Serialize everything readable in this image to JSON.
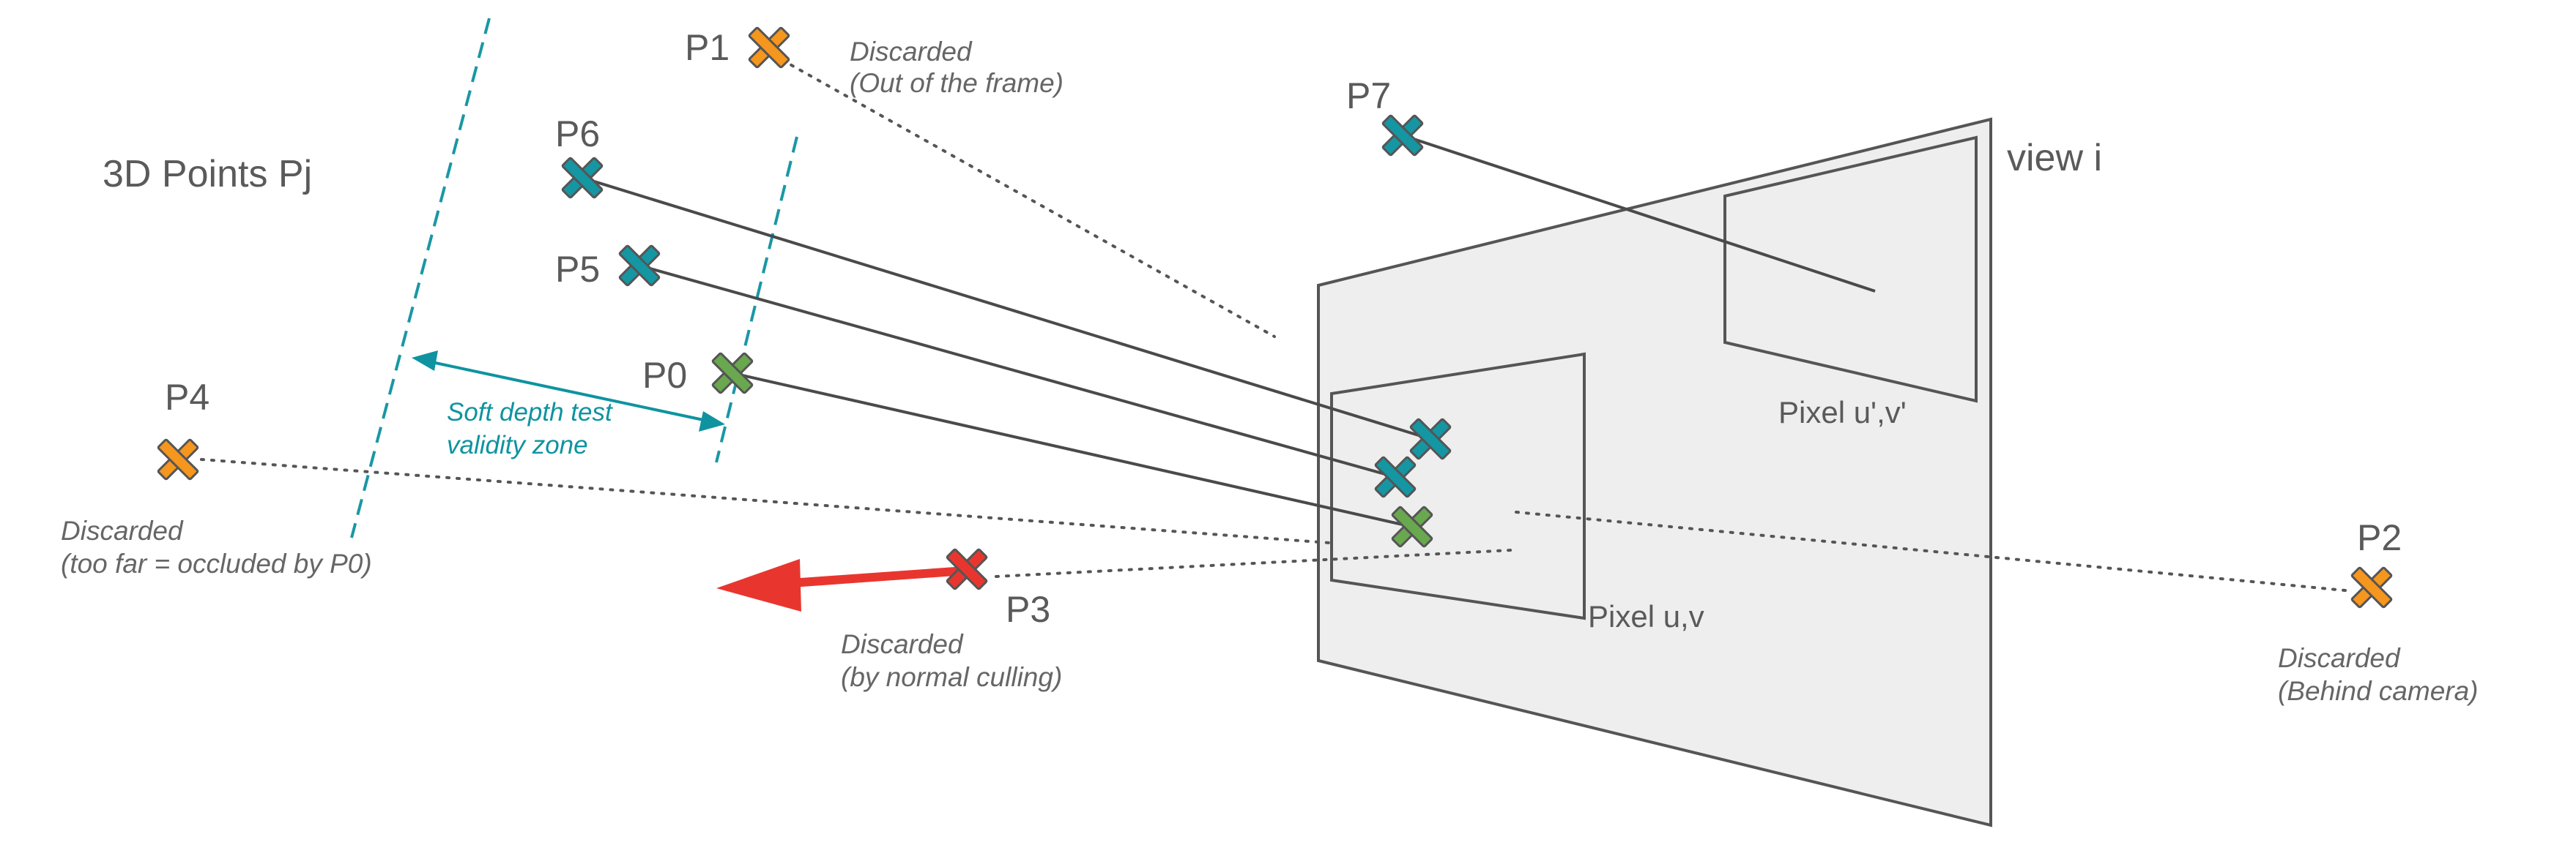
{
  "title": "3D Points Pj",
  "view_label": "view i",
  "pixel_uv": "Pixel u,v",
  "pixel_uv_prime": "Pixel u',v'",
  "soft_zone": {
    "line1": "Soft depth test",
    "line2": "validity zone"
  },
  "colors": {
    "orange": "#f5961e",
    "teal": "#1596a3",
    "green": "#6aa84f",
    "red": "#e8362f",
    "plane_fill": "#eeeeee",
    "plane_stroke": "#555555",
    "line": "#4a4a4a",
    "dashed": "#1a97a4"
  },
  "points": {
    "p0": {
      "label": "P0",
      "color": "green"
    },
    "p1": {
      "label": "P1",
      "color": "orange",
      "note1": "Discarded",
      "note2": "(Out of the frame)"
    },
    "p2": {
      "label": "P2",
      "color": "orange",
      "note1": "Discarded",
      "note2": "(Behind camera)"
    },
    "p3": {
      "label": "P3",
      "color": "red",
      "note1": "Discarded",
      "note2": "(by normal culling)"
    },
    "p4": {
      "label": "P4",
      "color": "orange",
      "note1": "Discarded",
      "note2": "(too far = occluded by P0)"
    },
    "p5": {
      "label": "P5",
      "color": "teal"
    },
    "p6": {
      "label": "P6",
      "color": "teal"
    },
    "p7": {
      "label": "P7",
      "color": "teal"
    }
  },
  "projections": {
    "p6": {
      "color": "teal"
    },
    "p5": {
      "color": "teal"
    },
    "p0": {
      "color": "green"
    }
  }
}
